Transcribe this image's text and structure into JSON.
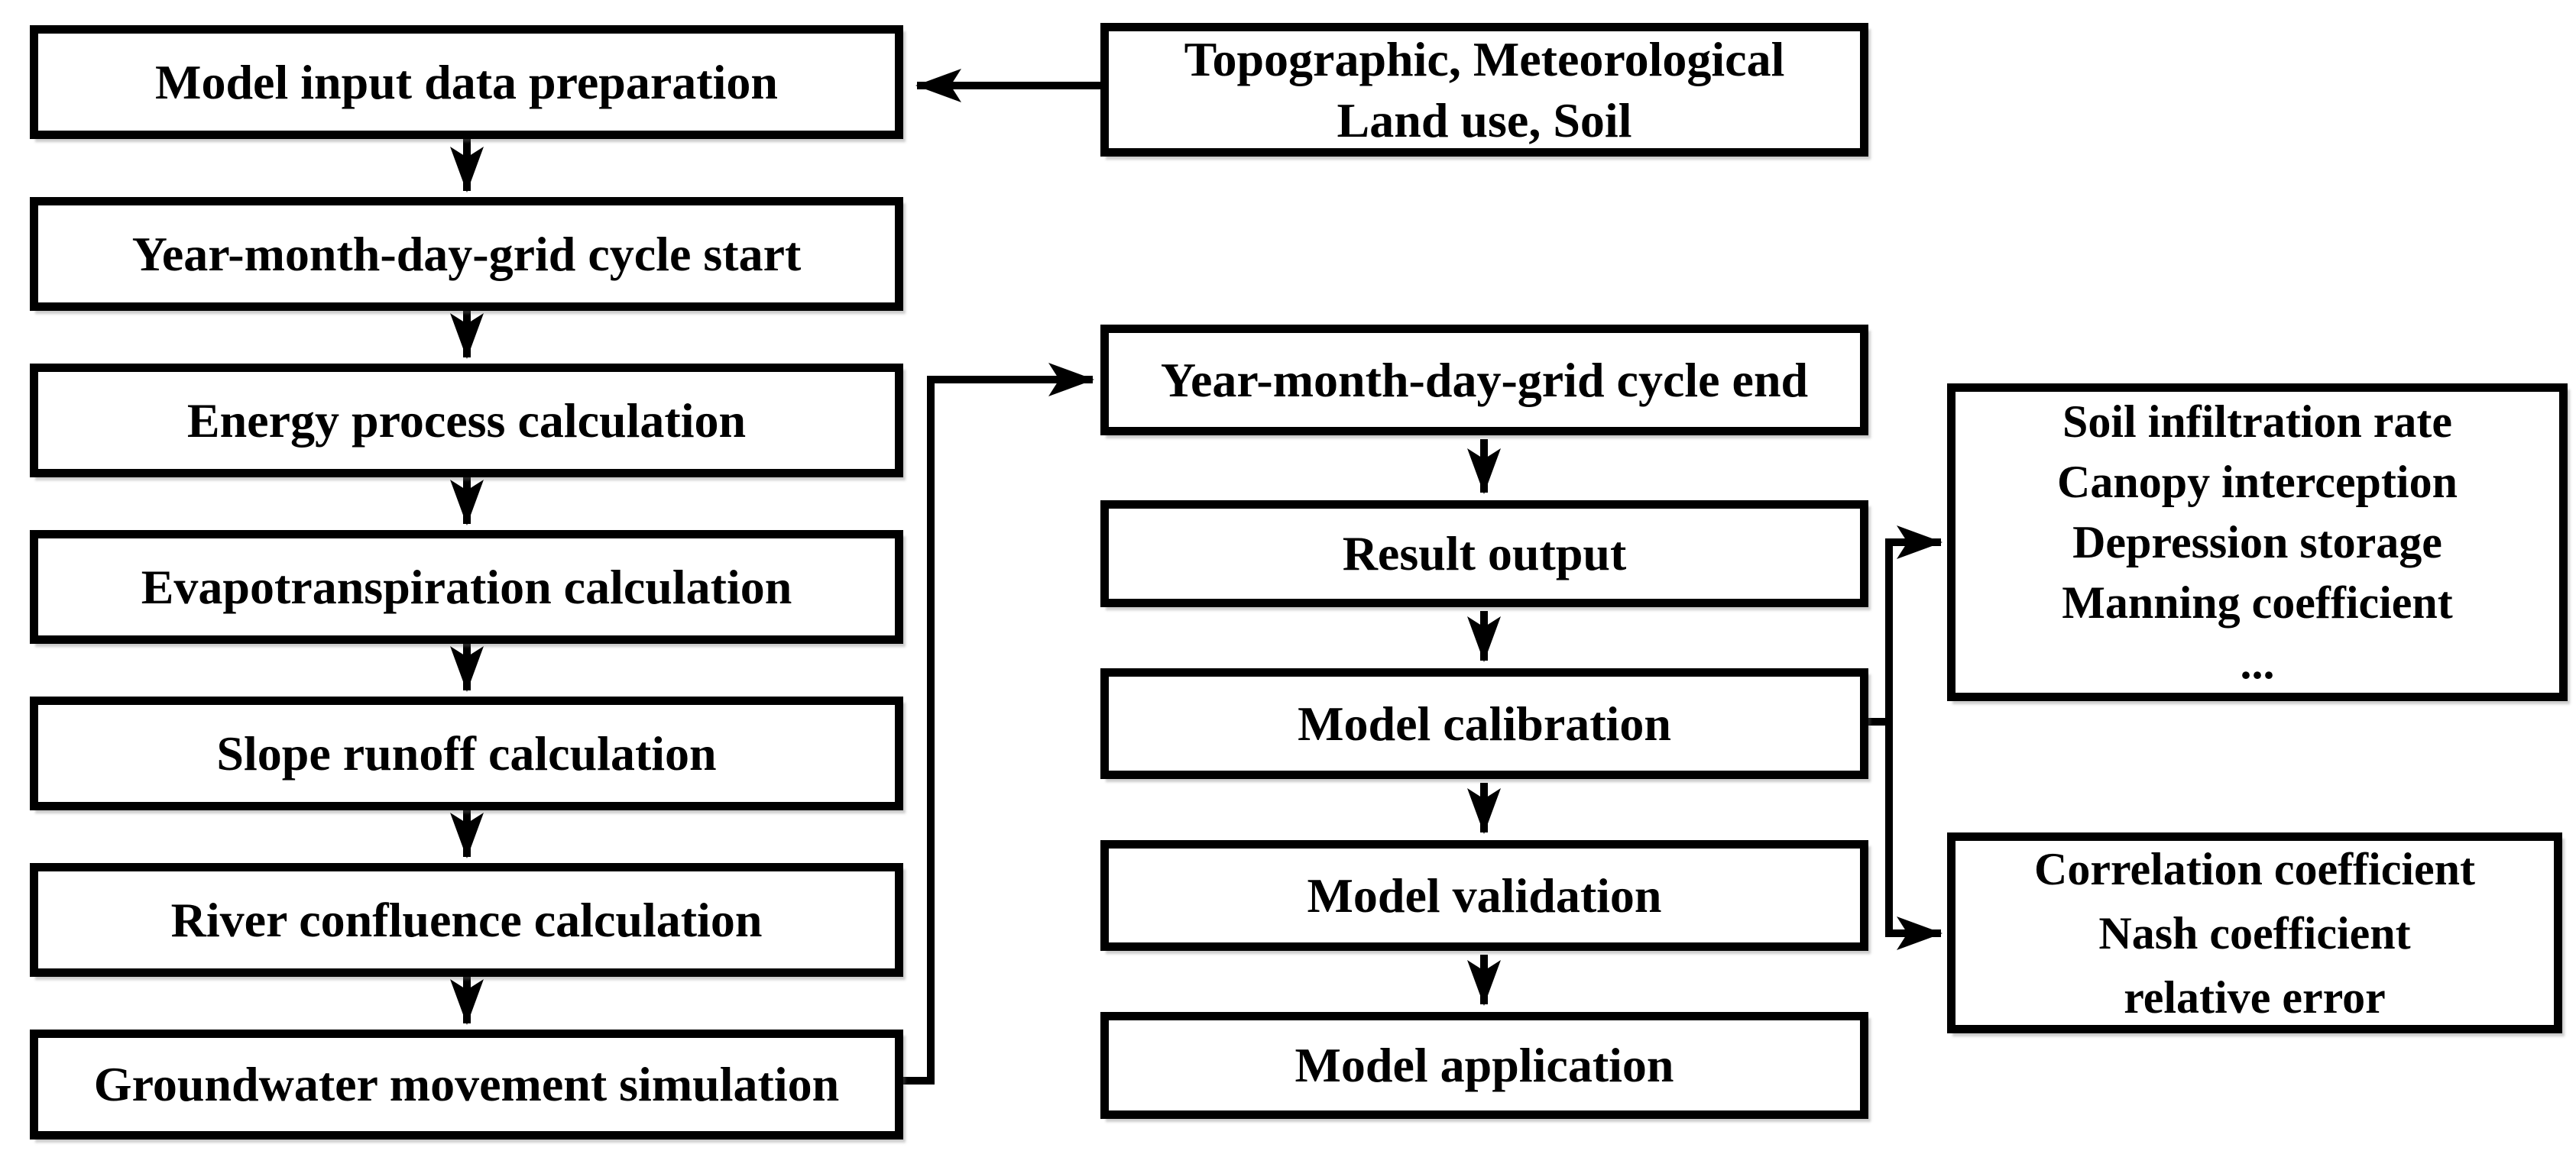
{
  "diagram": {
    "type": "flowchart",
    "colors": {
      "background": "#ffffff",
      "box_fill": "#ffffff",
      "line": "#000000",
      "text": "#000000"
    },
    "left_column": [
      "Model input data preparation",
      "Year-month-day-grid cycle start",
      "Energy process calculation",
      "Evapotranspiration calculation",
      "Slope runoff calculation",
      "River confluence calculation",
      "Groundwater movement simulation"
    ],
    "input_sources_box": {
      "lines": [
        "Topographic, Meteorological",
        "Land use, Soil"
      ]
    },
    "middle_column": [
      "Year-month-day-grid cycle end",
      "Result output",
      "Model calibration",
      "Model validation",
      "Model application"
    ],
    "calibration_parameters_box": {
      "lines": [
        "Soil infiltration rate",
        "Canopy interception",
        "Depression storage",
        "Manning coefficient",
        "..."
      ]
    },
    "evaluation_metrics_box": {
      "lines": [
        "Correlation coefficient",
        "Nash coefficient",
        "relative error"
      ]
    }
  }
}
